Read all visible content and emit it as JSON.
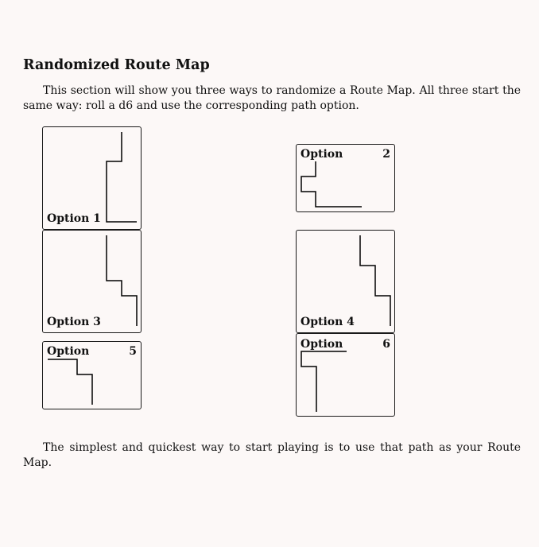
{
  "section": {
    "title": "Randomized Route Map",
    "intro": "This section will show you three ways to randomize a Route Map.  All three start the same way: roll a d6 and use the corresponding path option.",
    "outro": "The simplest and quickest way to start playing is to use that path as your Route Map."
  },
  "options": [
    {
      "label": "Option",
      "number": "1"
    },
    {
      "label": "Option",
      "number": "2"
    },
    {
      "label": "Option",
      "number": "3"
    },
    {
      "label": "Option",
      "number": "4"
    },
    {
      "label": "Option",
      "number": "5"
    },
    {
      "label": "Option",
      "number": "6"
    }
  ]
}
